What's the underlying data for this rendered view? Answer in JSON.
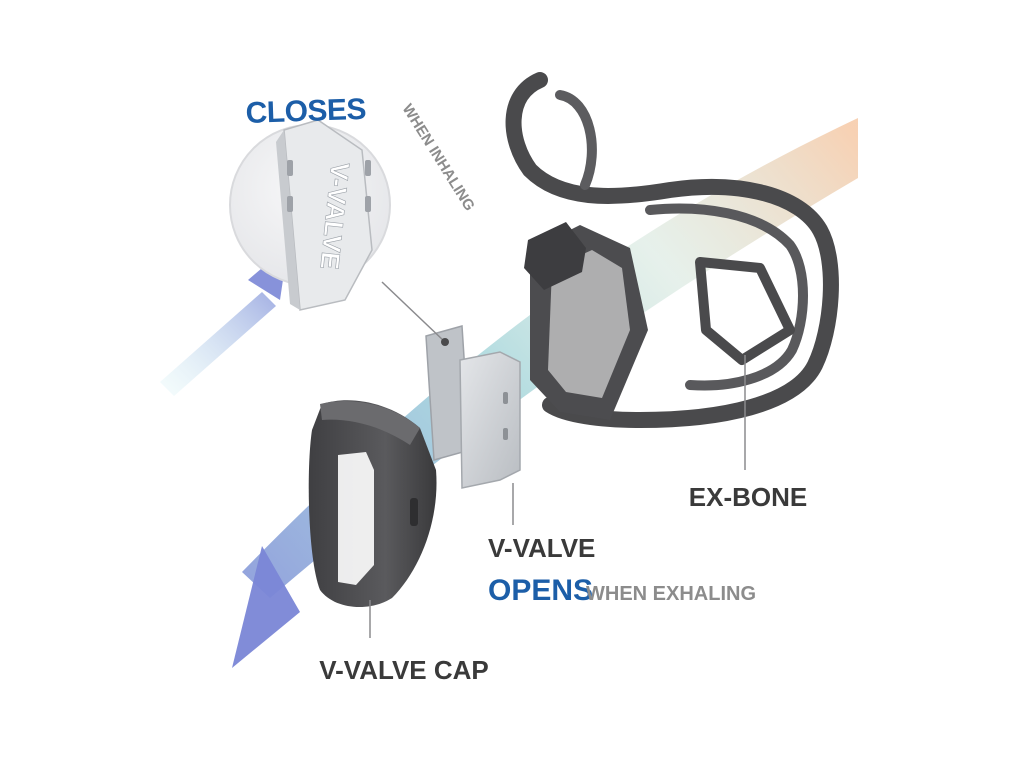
{
  "callouts": {
    "closes_word": "CLOSES",
    "closes_rest": "WHEN INHALING",
    "inset_valve_text": "V-VALVE",
    "opens_word": "OPENS",
    "opens_rest": "WHEN EXHALING"
  },
  "labels": {
    "ex_bone": "EX-BONE",
    "v_valve": "V-VALVE",
    "v_valve_cap": "V-VALVE CAP"
  },
  "colors": {
    "accent_blue": "#1c5ea8",
    "label_dark": "#3a3a3a",
    "label_gray": "#8c8c8c",
    "part_dark": "#4a4a4c",
    "valve_silver": "#c9ccd0",
    "flow_blue": "#7a86d6",
    "flow_teal": "#9ed3da",
    "flow_orange": "#f6c9a6"
  }
}
